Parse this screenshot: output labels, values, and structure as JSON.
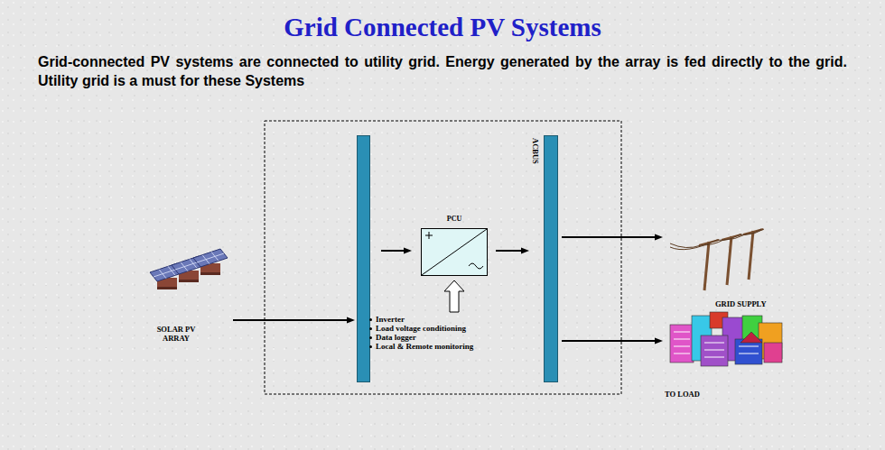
{
  "diagram": {
    "title": "Grid Connected PV Systems",
    "nodes": [
      {
        "text": [
          "SOLAR PV ARRAY"
        ]
      },
      {
        "text": [
          "Inverter",
          "Load voltage conditioning",
          "Data logger",
          "Local & Remote monitoring"
        ]
      },
      {
        "text": [
          "PCU"
        ]
      },
      {
        "text": [
          "ACBUS"
        ]
      },
      {
        "text": [
          "GRID SUPPLY"
        ]
      },
      {
        "text": [
          "TO LOAD"
        ]
      }
    ],
    "edges": [
      {
        "from": 0,
        "to": 1,
        "arrow": "to"
      },
      {
        "from": 1,
        "to": 2,
        "arrow": "to"
      },
      {
        "from": 2,
        "to": 3,
        "arrow": "to"
      },
      {
        "from": 3,
        "to": 4,
        "arrow": "to"
      },
      {
        "from": 3,
        "to": 5,
        "arrow": "to"
      }
    ],
    "labels": [
      "Grid-connected PV systems are connected to utility grid. Energy generated by the array is fed directly to the grid. Utility grid is a must for these Systems"
    ]
  }
}
